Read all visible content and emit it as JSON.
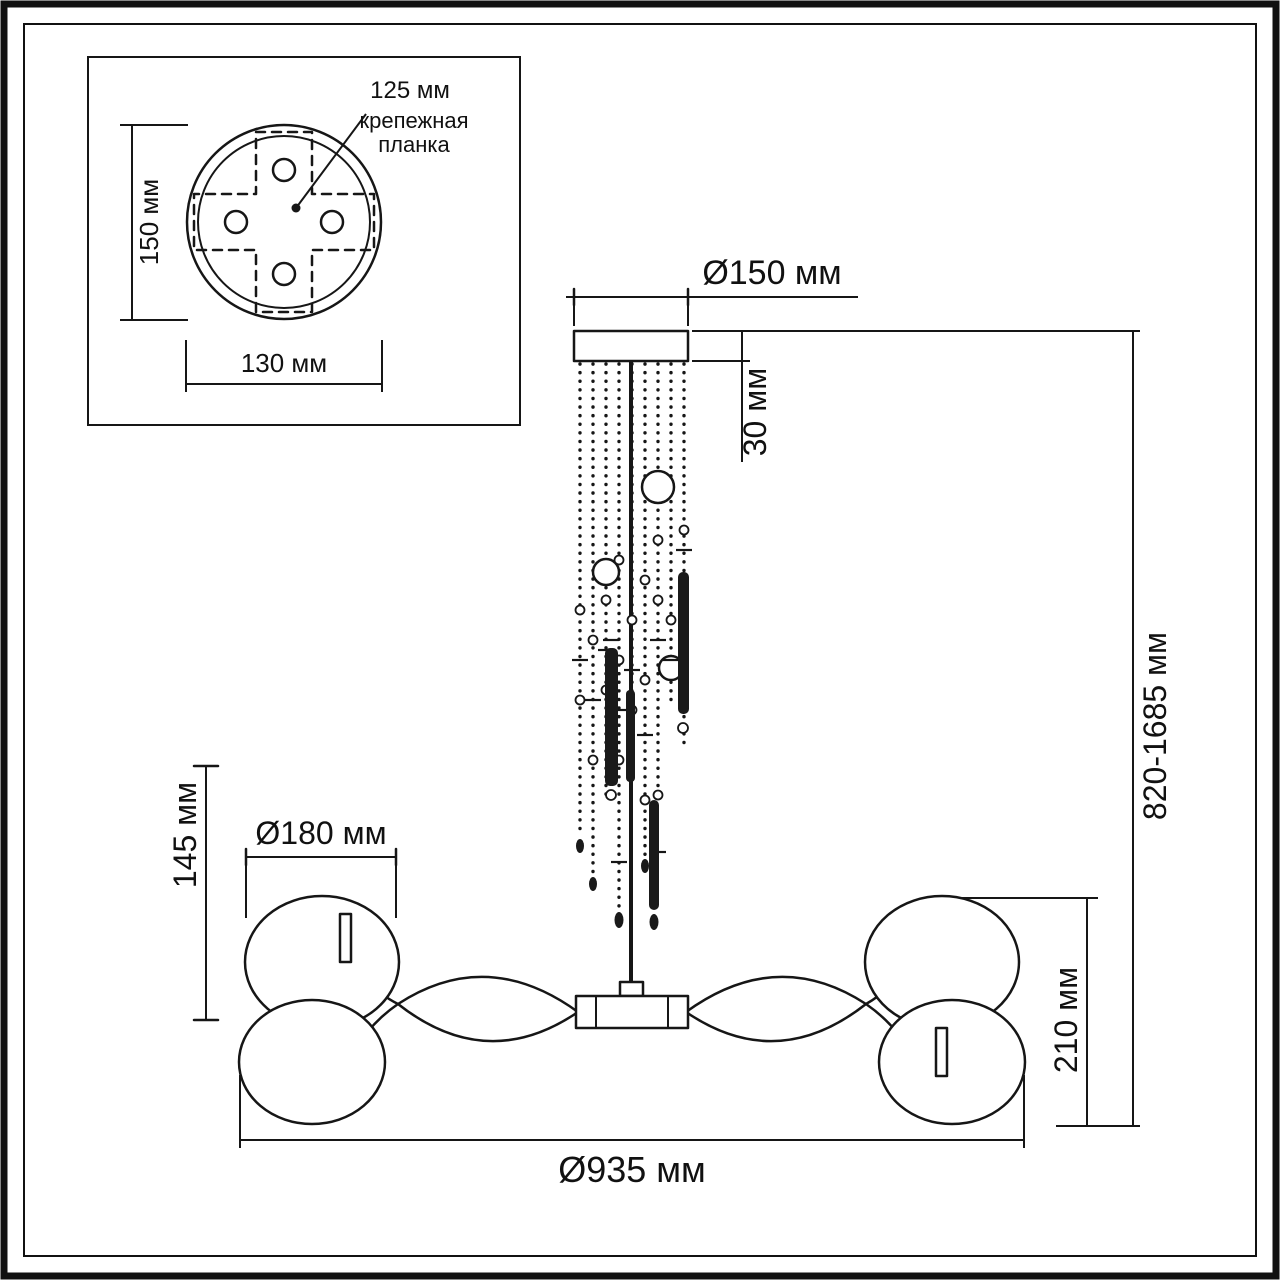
{
  "colors": {
    "ink": "#161616",
    "background": "#ffffff"
  },
  "inset": {
    "dim_pitch": "125 мм",
    "plate_line1": "крепежная",
    "plate_line2": "планка",
    "dim_vertical": "150 мм",
    "dim_horizontal": "130 мм"
  },
  "dimensions": {
    "canopy_diameter": "Ø150 мм",
    "canopy_height": "30 мм",
    "overall_height": "820-1685 мм",
    "shade_diameter": "Ø180 мм",
    "stem_height": "145 мм",
    "body_height": "210 мм",
    "overall_width": "Ø935 мм"
  }
}
